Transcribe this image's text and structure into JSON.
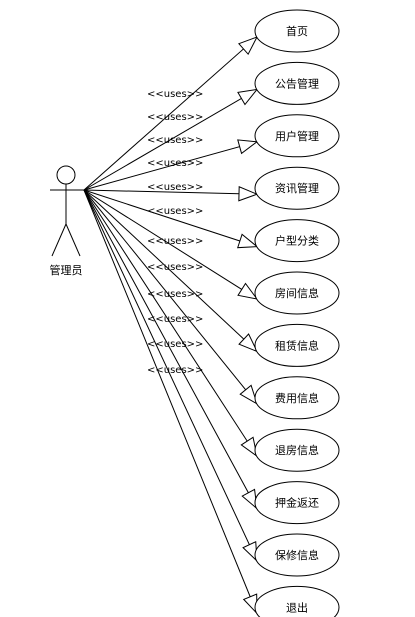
{
  "diagram": {
    "actor": {
      "name": "管理员"
    },
    "stereotype": "<<uses>>",
    "use_cases": [
      "首页",
      "公告管理",
      "用户管理",
      "资讯管理",
      "户型分类",
      "房间信息",
      "租赁信息",
      "费用信息",
      "退房信息",
      "押金返还",
      "保修信息",
      "退出"
    ]
  }
}
